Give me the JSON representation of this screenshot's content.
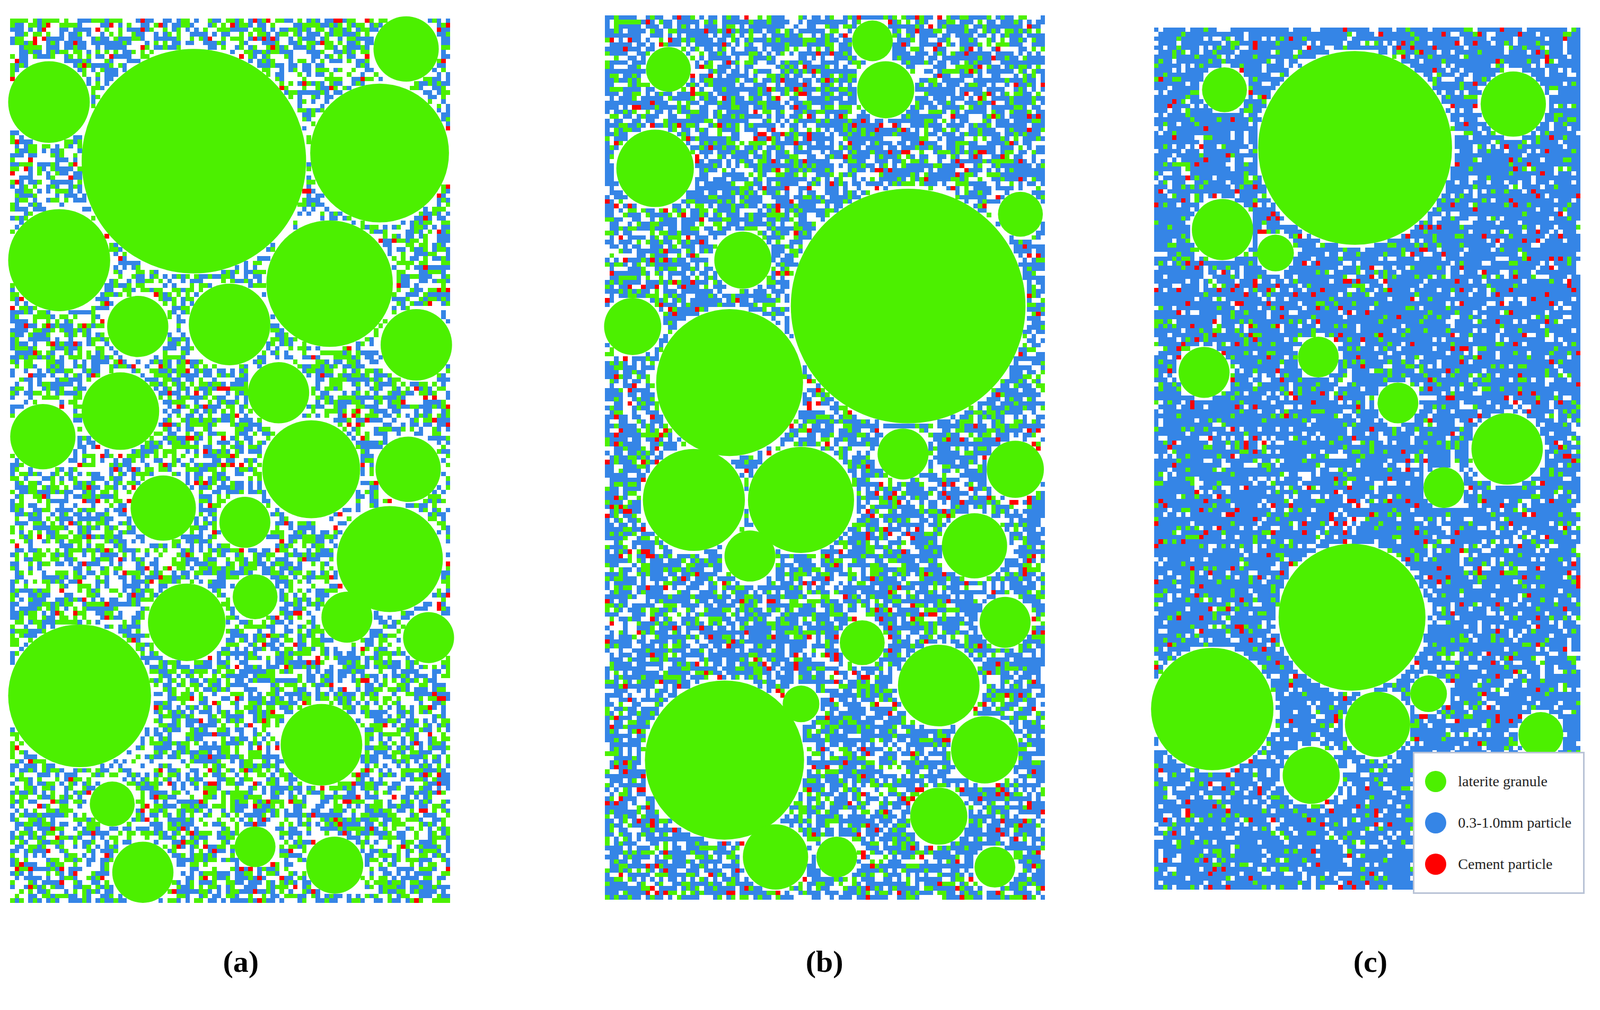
{
  "diagram": {
    "labels": [
      "(a)",
      "(b)",
      "(c)"
    ],
    "legend": [
      {
        "text": "laterite granule",
        "color": "#4cf000"
      },
      {
        "text": "0.3-1.0mm particle",
        "color": "#3585e6"
      },
      {
        "text": "Cement particle",
        "color": "#ff0000"
      }
    ]
  }
}
